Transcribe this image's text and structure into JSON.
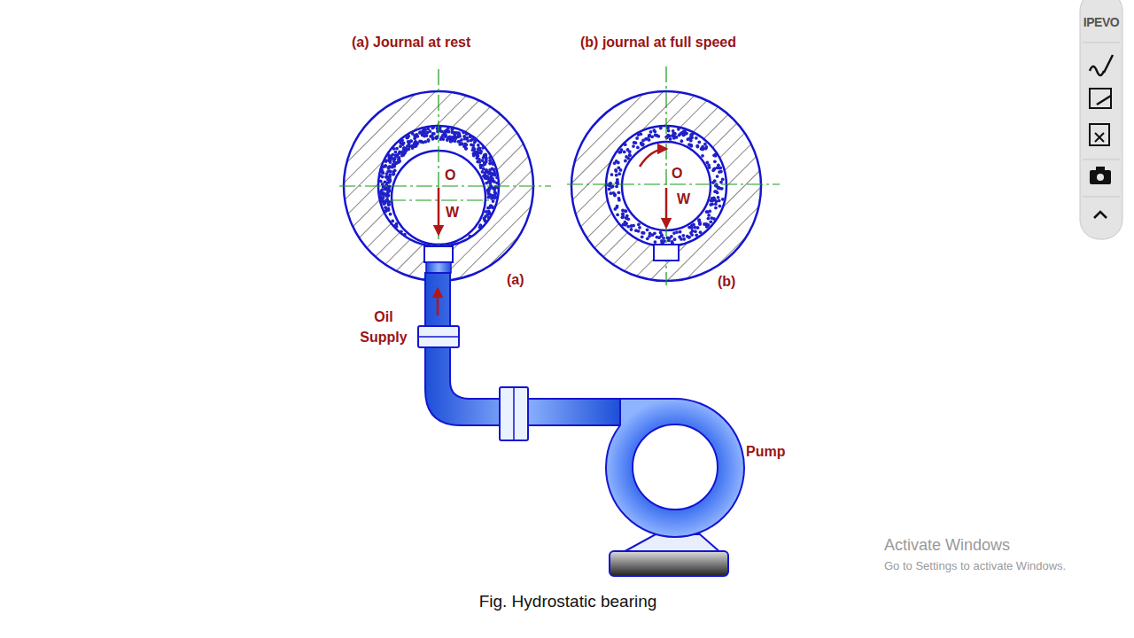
{
  "diagram": {
    "caption": "Fig. Hydrostatic bearing",
    "labels": [
      "(a) Journal at rest",
      "(b) journal at full speed",
      "O",
      "W",
      "O",
      "W",
      "(a)",
      "(b)",
      "Oil Supply",
      "Pump",
      "IPEVO",
      "Activate Windows",
      "Go to Settings to activate Windows."
    ]
  }
}
